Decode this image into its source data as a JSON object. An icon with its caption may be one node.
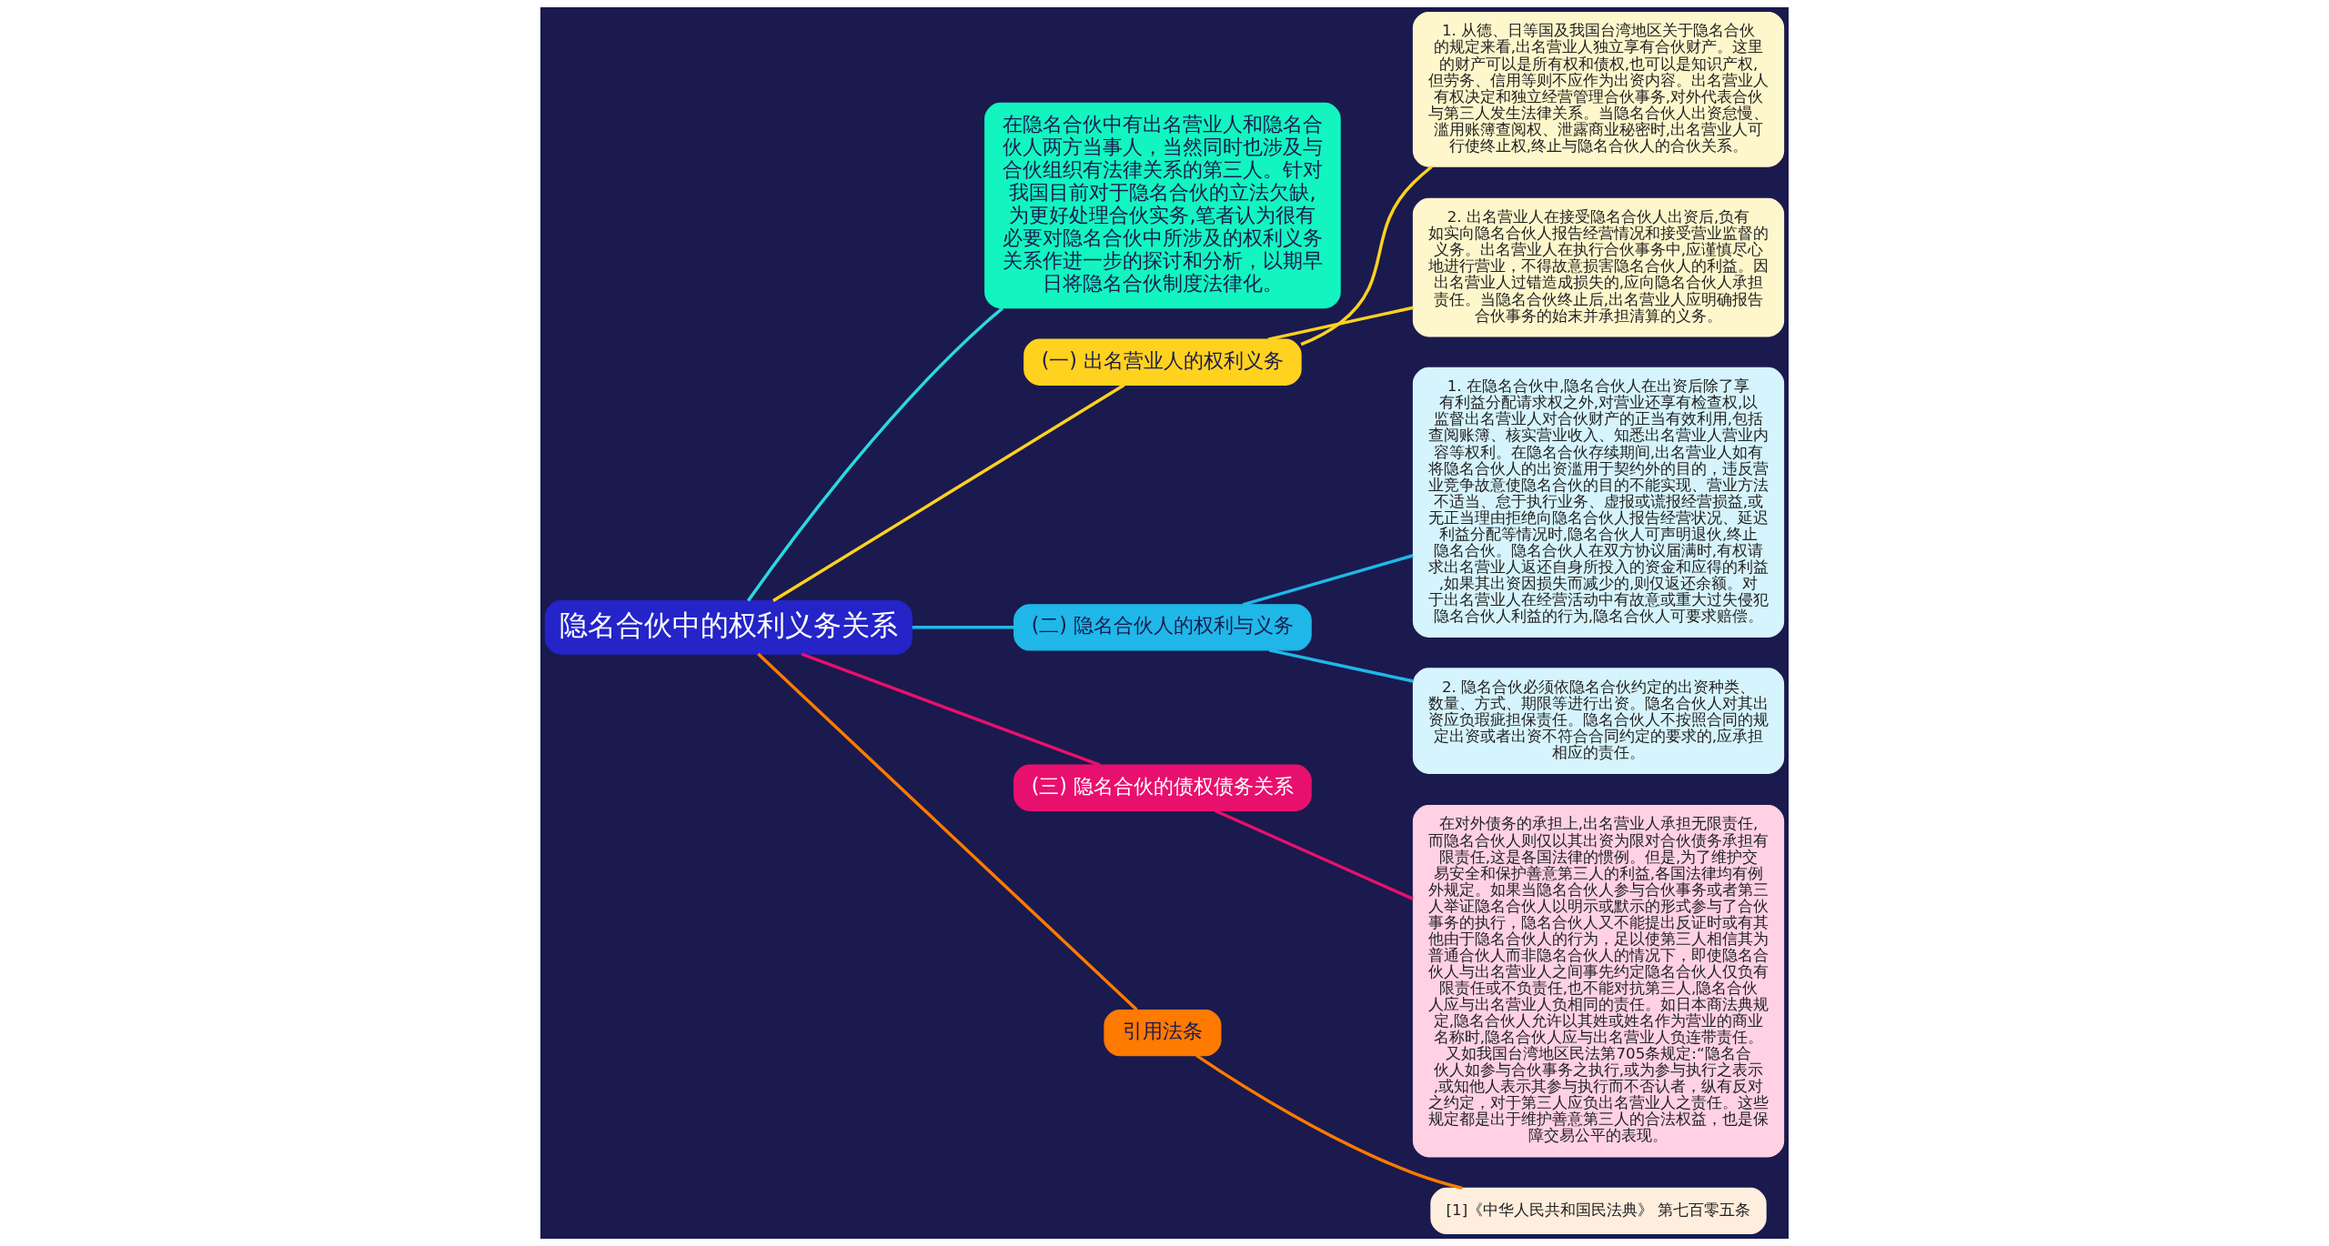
{
  "diagram": {
    "nodes": [
      {
        "text": [
          "隐名合伙中的权利义务关系"
        ]
      },
      {
        "text": [
          "在隐名合伙中有出名营业人和隐名合伙人两方当事人，当然同时也涉及与合伙组织有法律关系的第三人。针对我国目前对于隐名合伙的立法欠缺,为更好处理合伙实务,笔者认为很有必要对隐名合伙中所涉及的权利义务关系作进一步的探讨和分析，以期早日将隐名合伙制度法律化。"
        ]
      },
      {
        "text": [
          "(一) 出名营业人的权利义务"
        ]
      },
      {
        "text": [
          "1. 从德、日等国及我国台湾地区关于隐名合伙的规定来看,出名营业人独立享有合伙财产。这里的财产可以是所有权和债权,也可以是知识产权,但劳务、信用等则不应作为出资内容。出名营业人有权决定和独立经营管理合伙事务,对外代表合伙与第三人发生法律关系。当隐名合伙人出资怠慢、滥用账簿查阅权、泄露商业秘密时,出名营业人可行使终止权,终止与隐名合伙人的合伙关系。"
        ]
      },
      {
        "text": [
          "2. 出名营业人在接受隐名合伙人出资后,负有如实向隐名合伙人报告经营情况和接受营业监督的义务。出名营业人在执行合伙事务中,应谨慎尽心地进行营业，不得故意损害隐名合伙人的利益。因出名营业人过错造成损失的,应向隐名合伙人承担责任。当隐名合伙终止后,出名营业人应明确报告合伙事务的始末并承担清算的义务。"
        ]
      },
      {
        "text": [
          "(二) 隐名合伙人的权利与义务"
        ]
      },
      {
        "text": [
          "1. 在隐名合伙中,隐名合伙人在出资后除了享有利益分配请求权之外,对营业还享有检查权,以监督出名营业人对合伙财产的正当有效利用,包括查阅账簿、核实营业收入、知悉出名营业人营业内容等权利。在隐名合伙存续期间,出名营业人如有将隐名合伙人的出资滥用于契约外的目的，违反营业竞争故意使隐名合伙的目的不能实现、营业方法不适当、怠于执行业务、虚报或谎报经营损益,或无正当理由拒绝向隐名合伙人报告经营状况、延迟利益分配等情况时,隐名合伙人可声明退伙,终止隐名合伙。隐名合伙人在双方协议届满时,有权请求出名营业人返还自身所投入的资金和应得的利益,如果其出资因损失而减少的,则仅返还余额。对于出名营业人在经营活动中有故意或重大过失侵犯隐名合伙人利益的行为,隐名合伙人可要求赔偿。"
        ]
      },
      {
        "text": [
          "2. 隐名合伙必须依隐名合伙约定的出资种类、数量、方式、期限等进行出资。隐名合伙人对其出资应负瑕疵担保责任。隐名合伙人不按照合同的规定出资或者出资不符合合同约定的要求的,应承担相应的责任。"
        ]
      },
      {
        "text": [
          "(三) 隐名合伙的债权债务关系"
        ]
      },
      {
        "text": [
          "在对外债务的承担上,出名营业人承担无限责任,而隐名合伙人则仅以其出资为限对合伙债务承担有限责任,这是各国法律的惯例。但是,为了维护交易安全和保护善意第三人的利益,各国法律均有例外规定。如果当隐名合伙人参与合伙事务或者第三人举证隐名合伙人以明示或默示的形式参与了合伙事务的执行，隐名合伙人又不能提出反证时或有其他由于隐名合伙人的行为，足以使第三人相信其为普通合伙人而非隐名合伙人的情况下，即使隐名合伙人与出名营业人之间事先约定隐名合伙人仅负有限责任或不负责任,也不能对抗第三人,隐名合伙人应与出名营业人负相同的责任。如日本商法典规定,隐名合伙人允许以其姓或姓名作为营业的商业名称时,隐名合伙人应与出名营业人负连带责任。又如我国台湾地区民法第705条规定:“隐名合伙人如参与合伙事务之执行,或为参与执行之表示,或知他人表示其参与执行而不否认者，纵有反对之约定，对于第三人应负出名营业人之责任。这些规定都是出于维护善意第三人的合法权益，也是保障交易公平的表现。"
        ]
      },
      {
        "text": [
          "引用法条"
        ]
      },
      {
        "text": [
          "[1]《中华人民共和国民法典》 第七百零五条"
        ]
      }
    ],
    "edges": [
      {
        "from": 0,
        "to": 1,
        "arrow": "none",
        "color": "#2ad9e0"
      },
      {
        "from": 0,
        "to": 2,
        "arrow": "none",
        "color": "#ffd21f"
      },
      {
        "from": 2,
        "to": 3,
        "arrow": "none",
        "color": "#ffd21f"
      },
      {
        "from": 2,
        "to": 4,
        "arrow": "none",
        "color": "#ffd21f"
      },
      {
        "from": 0,
        "to": 5,
        "arrow": "none",
        "color": "#1fb8e8"
      },
      {
        "from": 5,
        "to": 6,
        "arrow": "none",
        "color": "#1fb8e8"
      },
      {
        "from": 5,
        "to": 7,
        "arrow": "none",
        "color": "#1fb8e8"
      },
      {
        "from": 0,
        "to": 8,
        "arrow": "none",
        "color": "#e8106e"
      },
      {
        "from": 8,
        "to": 9,
        "arrow": "none",
        "color": "#e8106e"
      },
      {
        "from": 0,
        "to": 10,
        "arrow": "none",
        "color": "#ff7a00"
      },
      {
        "from": 10,
        "to": 11,
        "arrow": "none",
        "color": "#ff7a00"
      }
    ]
  }
}
